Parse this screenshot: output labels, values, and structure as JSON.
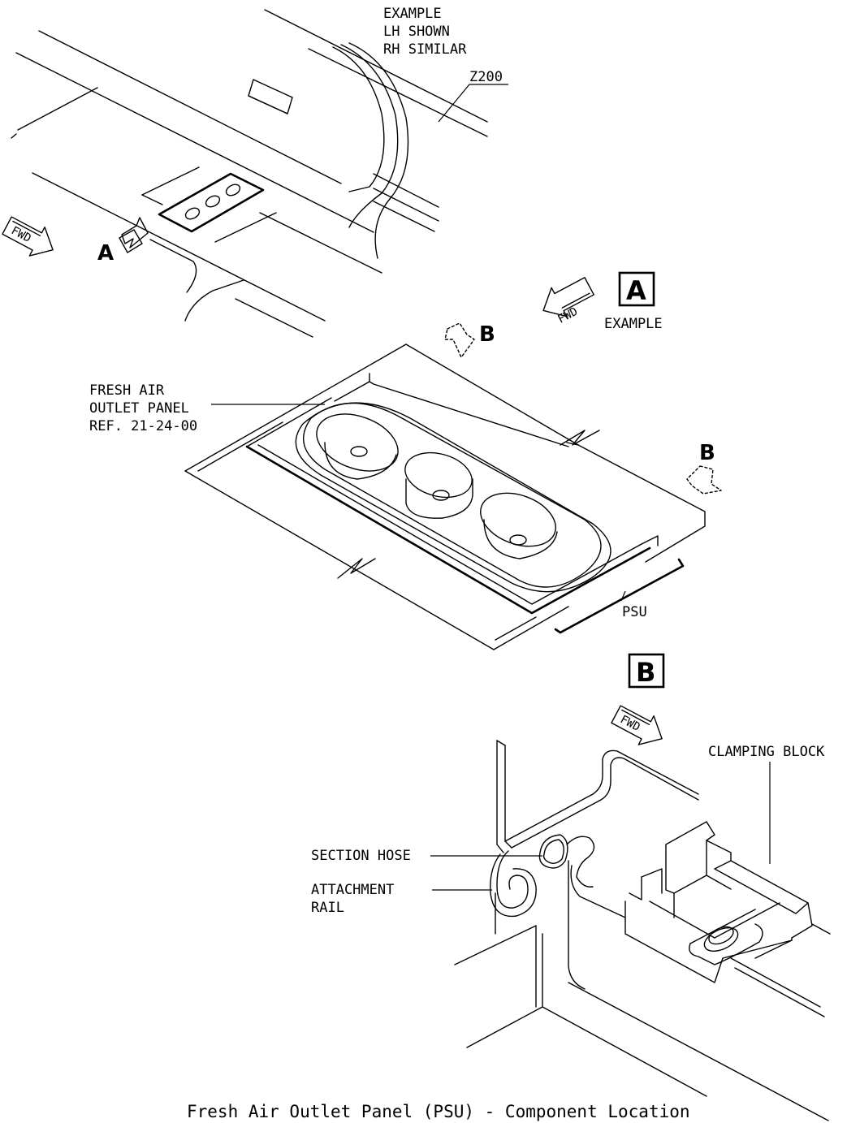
{
  "view_note": {
    "line1": "EXAMPLE",
    "line2": "LH SHOWN",
    "line3": "RH SIMILAR"
  },
  "station": "Z200",
  "fwd_label": "FWD",
  "view_a": {
    "arrow_label": "A",
    "box_label": "A",
    "box_caption": "EXAMPLE",
    "b_arrow_label": "B",
    "panel_callout": {
      "line1": "FRESH AIR",
      "line2": "OUTLET PANEL",
      "line3": "REF. 21-24-00"
    },
    "psu_label": "PSU"
  },
  "view_b": {
    "box_label": "B",
    "clamping_block": "CLAMPING BLOCK",
    "section_hose": "SECTION HOSE",
    "attachment_rail": {
      "line1": "ATTACHMENT",
      "line2": "RAIL"
    }
  },
  "caption": "Fresh Air Outlet Panel (PSU) - Component Location"
}
